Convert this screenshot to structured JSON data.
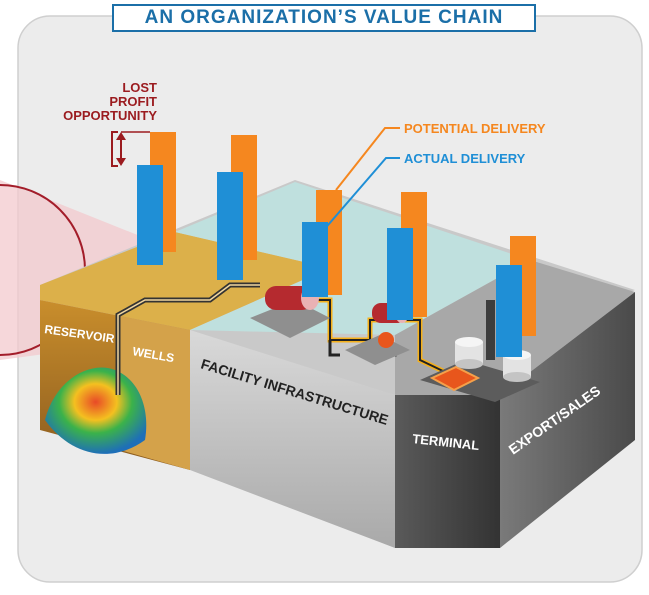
{
  "title": "AN ORGANIZATION’S VALUE CHAIN",
  "annotations": {
    "lost_profit": [
      "LOST",
      "PROFIT",
      "OPPORTUNITY"
    ],
    "potential_delivery": "POTENTIAL DELIVERY",
    "actual_delivery": "ACTUAL DELIVERY"
  },
  "segments": {
    "reservoir": "RESERVOIR",
    "wells": "WELLS",
    "facility": "FACILITY INFRASTRUCTURE",
    "terminal": "TERMINAL",
    "export": "EXPORT/SALES"
  },
  "colors": {
    "title_blue": "#1b6fa8",
    "potential_orange": "#f5871f",
    "actual_blue": "#1f8fd6",
    "lost_red": "#9b1b1f",
    "reservoir_gold": "#d9a83a",
    "facility_teal": "#bfe0de",
    "facility_grey": "#bdbdbd",
    "terminal_dark": "#4a4a4a"
  }
}
